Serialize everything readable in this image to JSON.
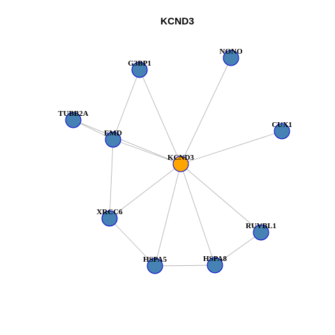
{
  "title": "KCND3",
  "colors": {
    "hub_fill": "#FFA500",
    "node_fill": "#4682B4",
    "node_stroke": "#0000CD",
    "edge": "#B5B5B5"
  },
  "nodes": [
    {
      "id": "KCND3",
      "label": "KCND3",
      "hub": true
    },
    {
      "id": "NONO",
      "label": "NONO",
      "hub": false
    },
    {
      "id": "G3BP1",
      "label": "G3BP1",
      "hub": false
    },
    {
      "id": "TUBB2A",
      "label": "TUBB2A",
      "hub": false
    },
    {
      "id": "EMD",
      "label": "EMD",
      "hub": false
    },
    {
      "id": "CUX1",
      "label": "CUX1",
      "hub": false
    },
    {
      "id": "XRCC6",
      "label": "XRCC6",
      "hub": false
    },
    {
      "id": "RUVBL1",
      "label": "RUVBL1",
      "hub": false
    },
    {
      "id": "HSPA5",
      "label": "HSPA5",
      "hub": false
    },
    {
      "id": "HSPA8",
      "label": "HSPA8",
      "hub": false
    }
  ],
  "edges": [
    [
      "KCND3",
      "NONO"
    ],
    [
      "KCND3",
      "G3BP1"
    ],
    [
      "KCND3",
      "TUBB2A"
    ],
    [
      "KCND3",
      "EMD"
    ],
    [
      "KCND3",
      "CUX1"
    ],
    [
      "KCND3",
      "XRCC6"
    ],
    [
      "KCND3",
      "RUVBL1"
    ],
    [
      "KCND3",
      "HSPA5"
    ],
    [
      "KCND3",
      "HSPA8"
    ],
    [
      "G3BP1",
      "EMD"
    ],
    [
      "TUBB2A",
      "EMD"
    ],
    [
      "EMD",
      "XRCC6"
    ],
    [
      "XRCC6",
      "HSPA5"
    ],
    [
      "HSPA5",
      "HSPA8"
    ],
    [
      "HSPA8",
      "RUVBL1"
    ]
  ]
}
